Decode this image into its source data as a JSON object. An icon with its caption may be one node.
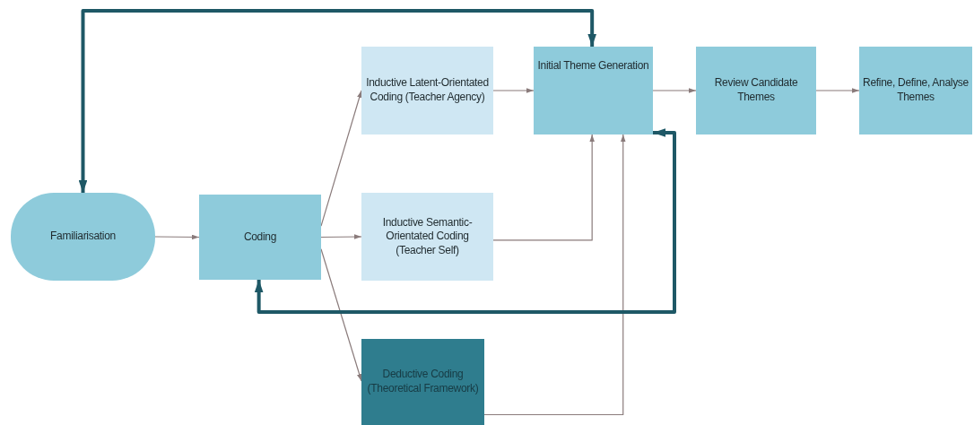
{
  "diagram": {
    "nodes": [
      {
        "text": [
          "Inductive Latent-Orientated Coding (Teacher Agency)"
        ]
      },
      {
        "text": [
          "Initial Theme Generation"
        ]
      },
      {
        "text": [
          "Review Candidate Themes"
        ]
      },
      {
        "text": [
          "Refine, Define, Analyse Themes"
        ]
      },
      {
        "text": [
          "Familiarisation"
        ]
      },
      {
        "text": [
          "Coding"
        ]
      },
      {
        "text": [
          "Inductive Semantic-Orientated Coding (Teacher Self)"
        ]
      },
      {
        "text": [
          "Deductive Coding (Theoretical Framework)"
        ]
      }
    ],
    "edges": [
      {
        "from": 4,
        "to": 5,
        "arrow": "to"
      },
      {
        "from": 5,
        "to": 0,
        "arrow": "to"
      },
      {
        "from": 5,
        "to": 6,
        "arrow": "to"
      },
      {
        "from": 5,
        "to": 7,
        "arrow": "to"
      },
      {
        "from": 0,
        "to": 1,
        "arrow": "to"
      },
      {
        "from": 6,
        "to": 1,
        "arrow": "to"
      },
      {
        "from": 7,
        "to": 1,
        "arrow": "to"
      },
      {
        "from": 1,
        "to": 2,
        "arrow": "to"
      },
      {
        "from": 2,
        "to": 3,
        "arrow": "to"
      },
      {
        "from": 4,
        "to": 1,
        "arrow": "both",
        "style": "thick",
        "color": "#1e5866"
      },
      {
        "from": 5,
        "to": 1,
        "arrow": "both",
        "style": "thick",
        "color": "#1e5866"
      }
    ]
  }
}
